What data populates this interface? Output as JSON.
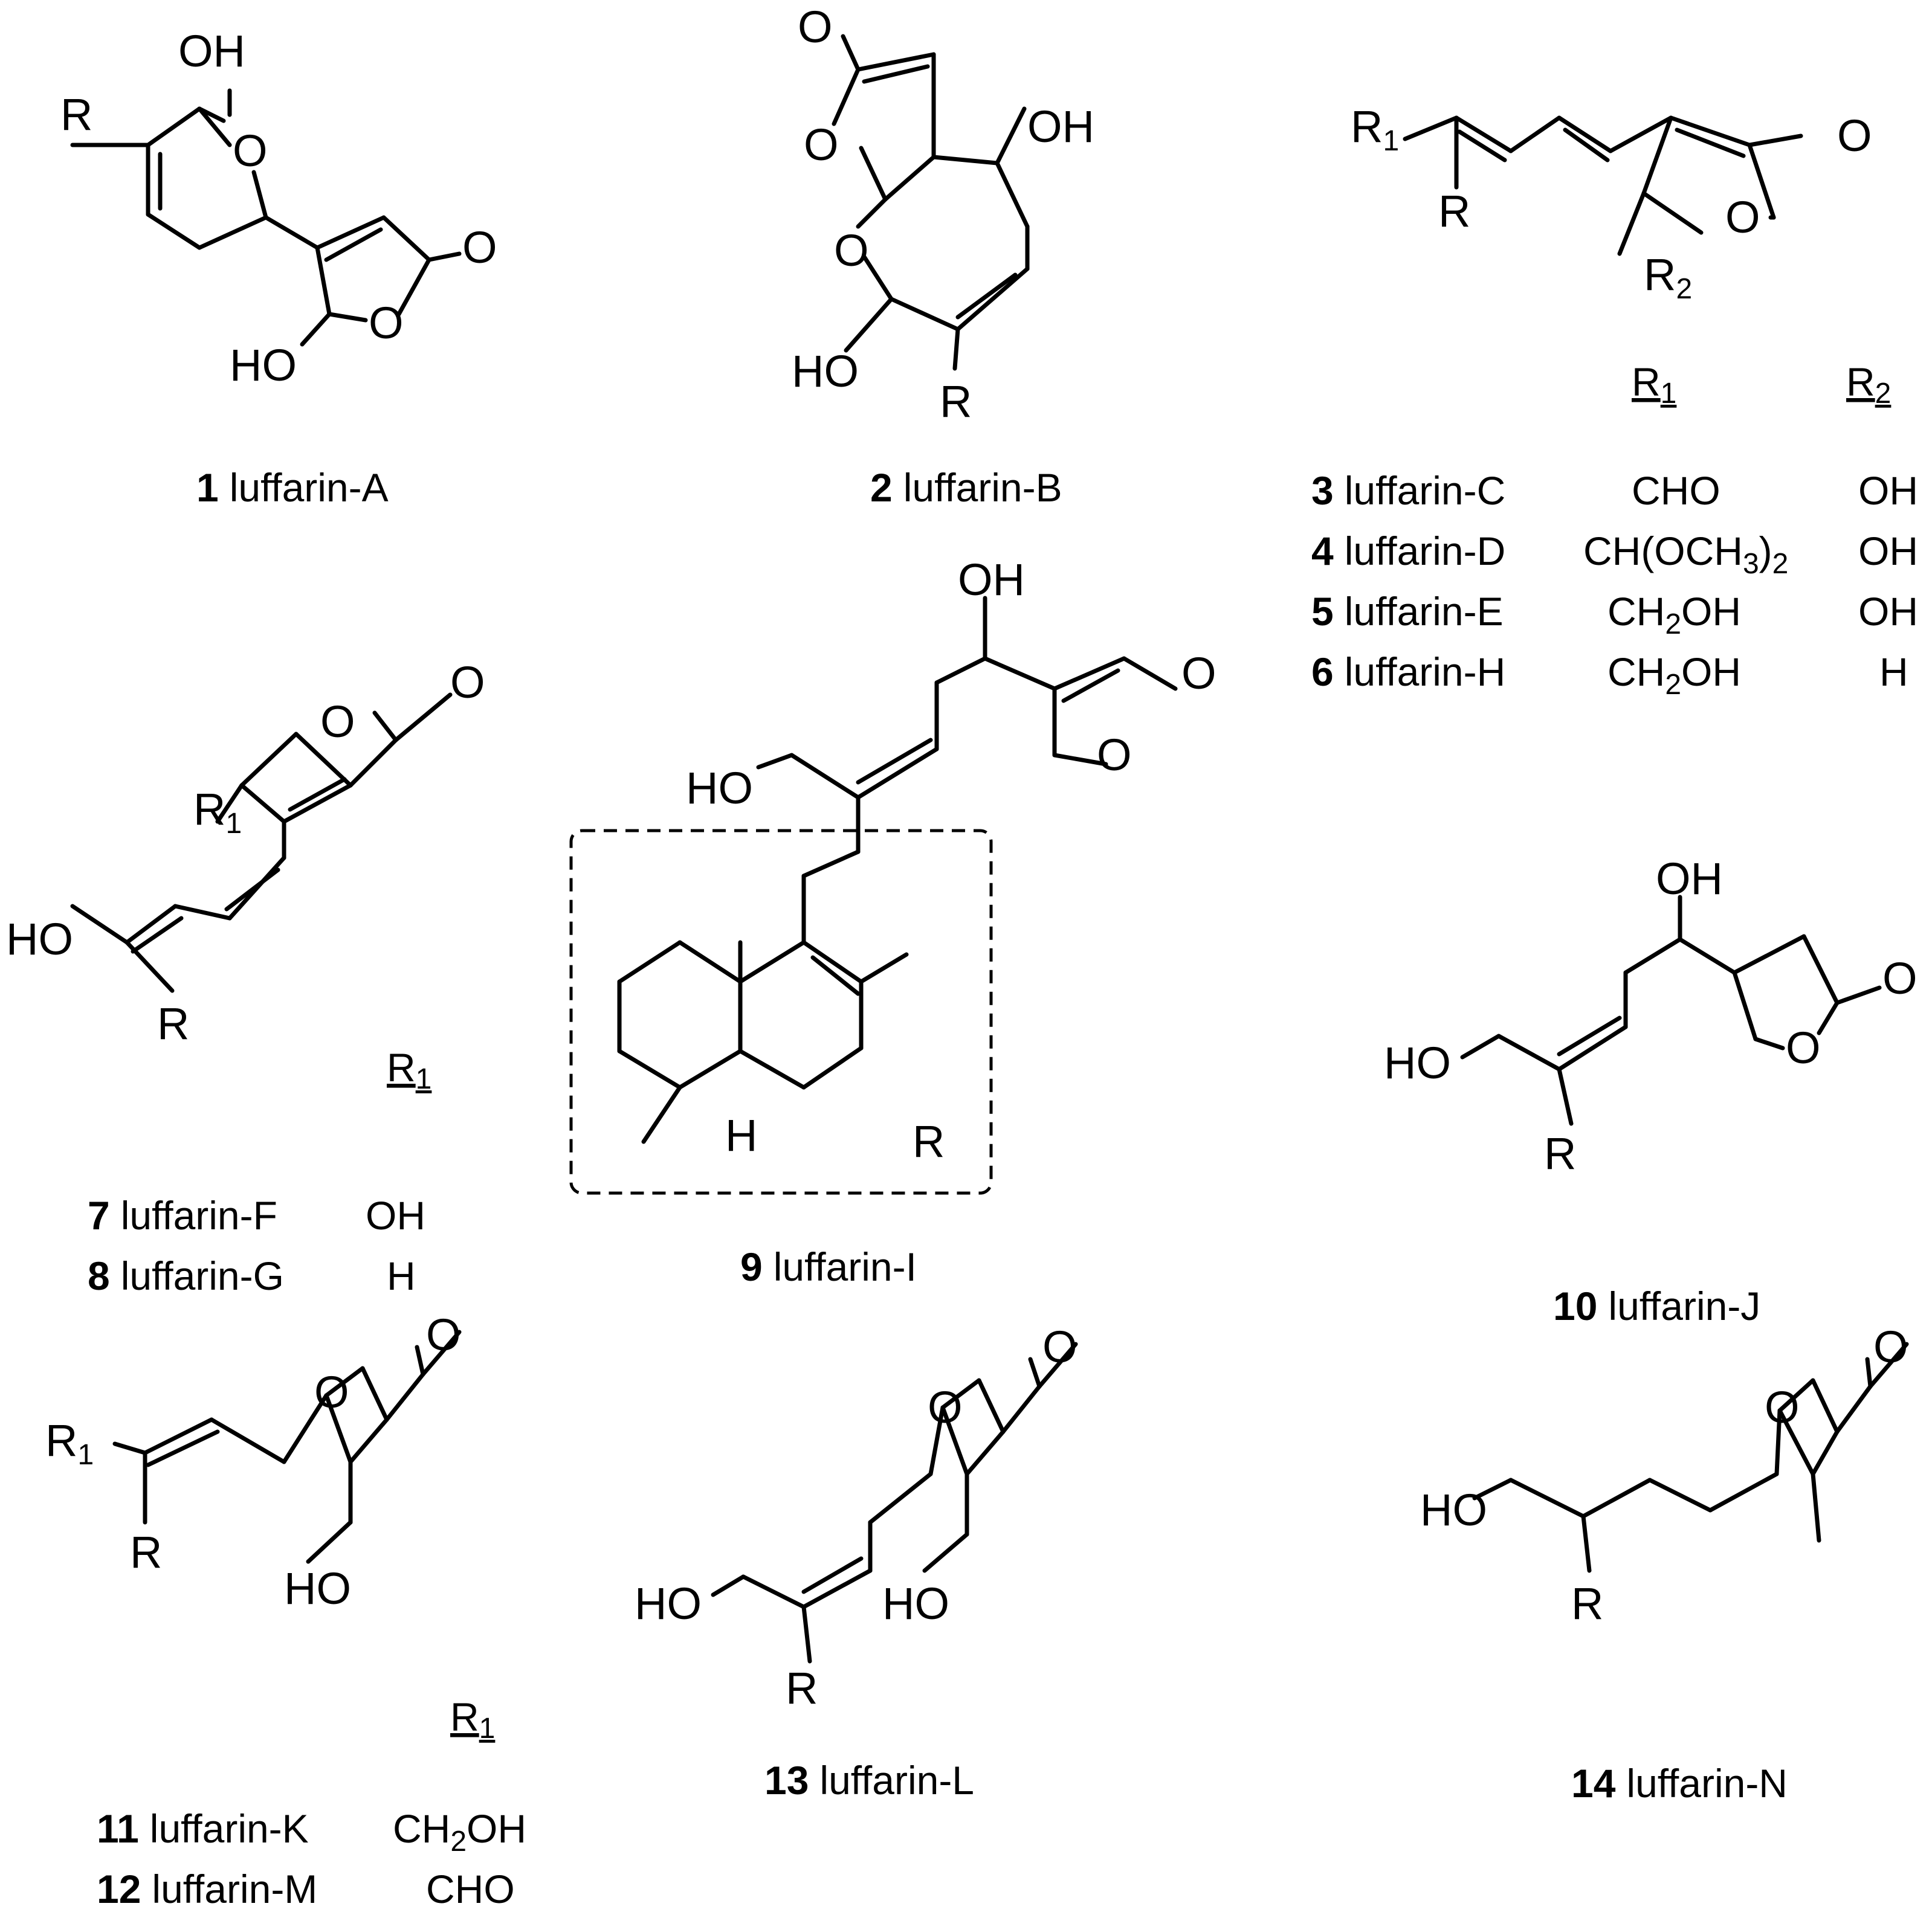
{
  "compounds": [
    {
      "num": "1",
      "name": "luffarin-A"
    },
    {
      "num": "2",
      "name": "luffarin-B"
    },
    {
      "num": "3",
      "name": "luffarin-C",
      "r1": "CHO",
      "r2": "OH"
    },
    {
      "num": "4",
      "name": "luffarin-D",
      "r1": "CH(OCH3)2",
      "r2": "OH"
    },
    {
      "num": "5",
      "name": "luffarin-E",
      "r1": "CH2OH",
      "r2": "OH"
    },
    {
      "num": "6",
      "name": "luffarin-H",
      "r1": "CH2OH",
      "r2": "H"
    },
    {
      "num": "7",
      "name": "luffarin-F",
      "r1": "OH"
    },
    {
      "num": "8",
      "name": "luffarin-G",
      "r1": "H"
    },
    {
      "num": "9",
      "name": "luffarin-I"
    },
    {
      "num": "10",
      "name": "luffarin-J"
    },
    {
      "num": "11",
      "name": "luffarin-K",
      "r1": "CH2OH"
    },
    {
      "num": "12",
      "name": "luffarin-M",
      "r1": "CHO"
    },
    {
      "num": "13",
      "name": "luffarin-L"
    },
    {
      "num": "14",
      "name": "luffarin-N"
    }
  ],
  "atoms": {
    "OH": "OH",
    "HO": "HO",
    "O": "O",
    "R": "R",
    "H": "H",
    "R1": "R",
    "R2": "R",
    "sub1": "1",
    "sub2": "2"
  },
  "table_headers": {
    "r1": "R",
    "r2": "R",
    "sub1": "1",
    "sub2": "2"
  },
  "formula_parts": {
    "ch_ome_a": "CH(OCH",
    "ch_ome_sub": "3",
    "ch_ome_b": ")",
    "ch_ome_sub2": "2",
    "ch2oh_a": "CH",
    "ch2oh_sub": "2",
    "ch2oh_b": "OH"
  }
}
